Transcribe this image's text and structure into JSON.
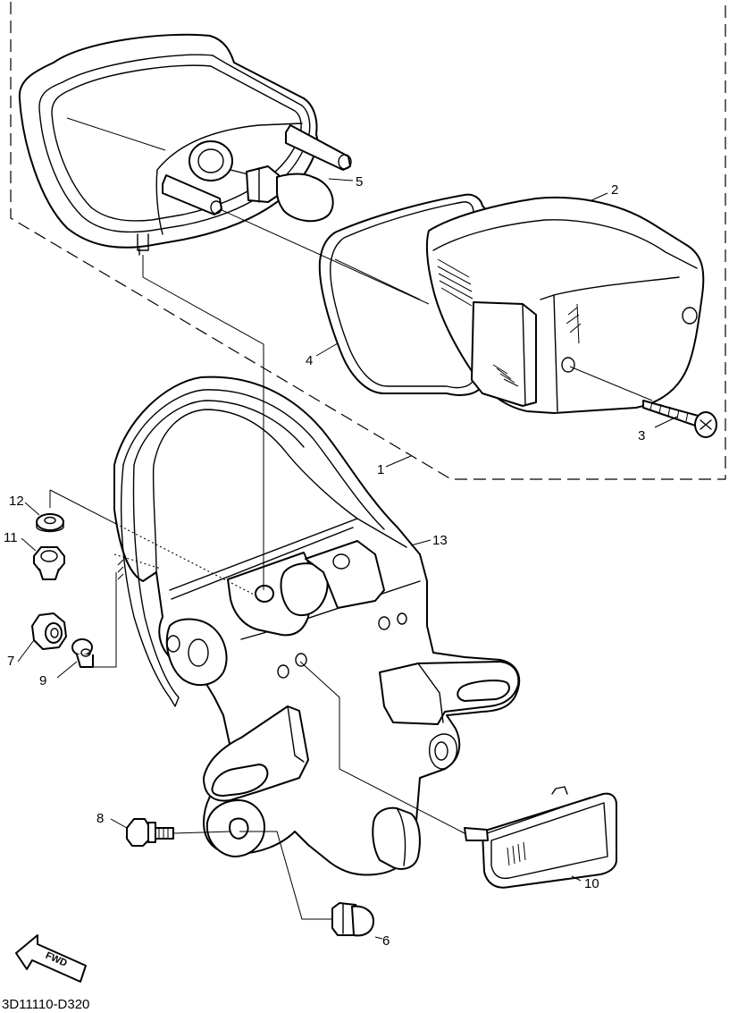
{
  "diagram": {
    "callouts": [
      {
        "id": "1",
        "text": "1"
      },
      {
        "id": "2",
        "text": "2"
      },
      {
        "id": "3",
        "text": "3"
      },
      {
        "id": "4",
        "text": "4"
      },
      {
        "id": "5",
        "text": "5"
      },
      {
        "id": "6",
        "text": "6"
      },
      {
        "id": "7",
        "text": "7"
      },
      {
        "id": "8",
        "text": "8"
      },
      {
        "id": "9",
        "text": "9"
      },
      {
        "id": "10",
        "text": "10"
      },
      {
        "id": "11",
        "text": "11"
      },
      {
        "id": "12",
        "text": "12"
      },
      {
        "id": "13",
        "text": "13"
      }
    ],
    "direction_arrow": "FWD",
    "drawing_code": "3D11110-D320"
  }
}
